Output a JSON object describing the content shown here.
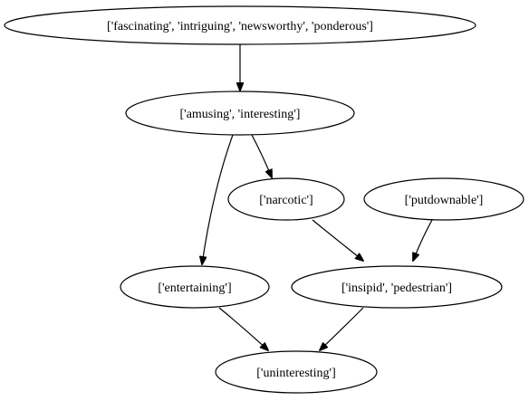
{
  "diagram": {
    "nodes": [
      {
        "id": "n1",
        "label": "['fascinating', 'intriguing', 'newsworthy', 'ponderous']"
      },
      {
        "id": "n2",
        "label": "['amusing', 'interesting']"
      },
      {
        "id": "n3",
        "label": "['narcotic']"
      },
      {
        "id": "n4",
        "label": "['putdownable']"
      },
      {
        "id": "n5",
        "label": "['entertaining']"
      },
      {
        "id": "n6",
        "label": "['insipid', 'pedestrian']"
      },
      {
        "id": "n7",
        "label": "['uninteresting']"
      }
    ],
    "edges": [
      {
        "from": "n1",
        "to": "n2"
      },
      {
        "from": "n2",
        "to": "n3"
      },
      {
        "from": "n2",
        "to": "n5"
      },
      {
        "from": "n3",
        "to": "n6"
      },
      {
        "from": "n4",
        "to": "n6"
      },
      {
        "from": "n5",
        "to": "n7"
      },
      {
        "from": "n6",
        "to": "n7"
      }
    ]
  }
}
